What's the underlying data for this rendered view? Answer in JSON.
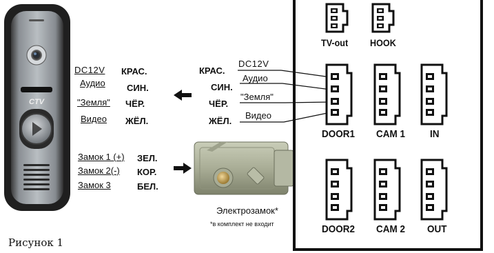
{
  "panel": {
    "brand": "CTV",
    "left_labels": [
      {
        "name": "DC12V",
        "color": "КРАС."
      },
      {
        "name": "Аудио",
        "color": "СИН."
      },
      {
        "name": "\"Земля\"",
        "color": "ЧЁР."
      },
      {
        "name": "Видео",
        "color": "ЖЁЛ."
      }
    ],
    "lock_labels": [
      {
        "name": "Замок 1 (+)",
        "color": "ЗЕЛ."
      },
      {
        "name": "Замок 2(-)",
        "color": "КОР."
      },
      {
        "name": "Замок 3",
        "color": "БЕЛ."
      }
    ]
  },
  "middle_labels": [
    {
      "color": "КРАС.",
      "name": "DC12V"
    },
    {
      "color": "СИН.",
      "name": "Аудио"
    },
    {
      "color": "ЧЁР.",
      "name": "\"Земля\""
    },
    {
      "color": "ЖЁЛ.",
      "name": "Видео"
    }
  ],
  "lock": {
    "title": "Электрозамок*",
    "note": "*в комплект не входит"
  },
  "monitor_connectors": {
    "tv_out": "TV-out",
    "hook": "HOOK",
    "door1": "DOOR1",
    "cam1": "CAM 1",
    "in": "IN",
    "door2": "DOOR2",
    "cam2": "CAM 2",
    "out": "OUT"
  },
  "figure_caption": "Рисунок 1"
}
